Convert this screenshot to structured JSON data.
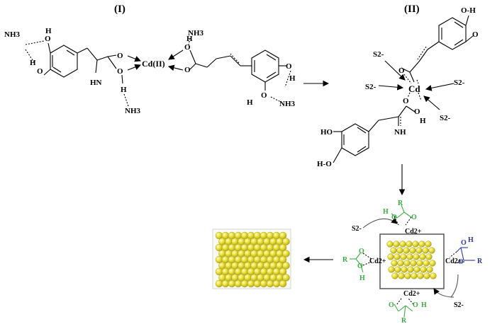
{
  "panels": {
    "left_label": "(I)",
    "right_label": "(II)"
  },
  "structure_I": {
    "metal": "Cd(II)",
    "ammonia": [
      "NH3",
      "NH3",
      "NH3",
      "NH3"
    ],
    "atoms": {
      "o1": "O",
      "o2": "O",
      "h1": "H",
      "h2": "H",
      "hn": "HN",
      "o3": "O",
      "o4": "O",
      "h3": "H",
      "o5": "O",
      "o6": "O",
      "h4": "H",
      "o7": "O",
      "o8": "O",
      "h5": "H",
      "h6": "H"
    }
  },
  "structure_II": {
    "metal": "Cd",
    "sulfide": [
      "S2-",
      "S2-",
      "S2-",
      "S2-"
    ],
    "atoms": {
      "oh_top": "O-H",
      "o_top": "O",
      "o_top2": "O",
      "o_mid1": "O",
      "o_mid2": "O",
      "h_mid": "H",
      "nh": "NH",
      "ho1": "HO",
      "ho2": "H-O"
    }
  },
  "stage_III": {
    "metal_labels": [
      "Cd2+",
      "Cd2+",
      "Cd2+",
      "Cd2+"
    ],
    "sulfide": [
      "S2-",
      "S2-"
    ],
    "ligand_atoms": {
      "top": [
        "H",
        "O",
        "R",
        "O"
      ],
      "left": [
        "R",
        "O",
        "O",
        "H"
      ],
      "right": [
        "O",
        "H",
        "O",
        "R"
      ],
      "bottom": [
        "O",
        "O",
        "H",
        "R"
      ]
    }
  },
  "colors": {
    "ligand_green": "#3cb044",
    "ligand_blue": "#2d3aa6",
    "particle": "#ece23a"
  }
}
